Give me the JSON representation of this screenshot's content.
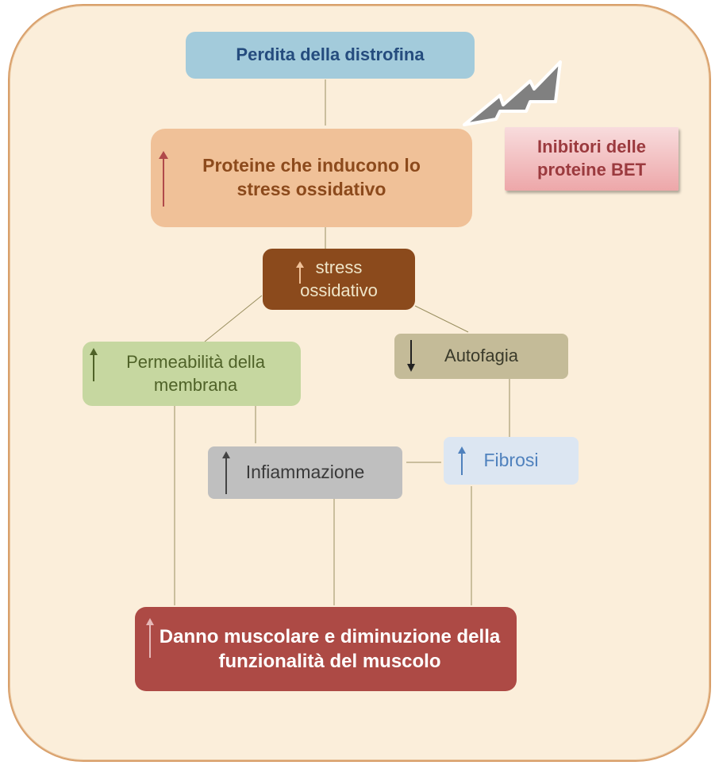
{
  "nodes": {
    "loss": "Perdita della distrofina",
    "proteins": "Proteine che inducono lo stress ossidativo",
    "inhibitors": "Inibitori delle proteine BET",
    "stress": "stress ossidativo",
    "permeability": "Permeabilità della membrana",
    "autophagy": "Autofagia",
    "inflammation": "Infiammazione",
    "fibrosis": "Fibrosi",
    "damage": "Danno muscolare e diminuzione della funzionalità del muscolo"
  },
  "colors": {
    "background": "#FBEEDA",
    "loss": "#A3CBDB",
    "proteins": "#F0C198",
    "stress": "#8B4A1C",
    "permeability": "#C6D7A0",
    "autophagy": "#C4BB98",
    "inflammation": "#BFBFBF",
    "fibrosis": "#DCE6F2",
    "damage": "#AD4A45"
  }
}
